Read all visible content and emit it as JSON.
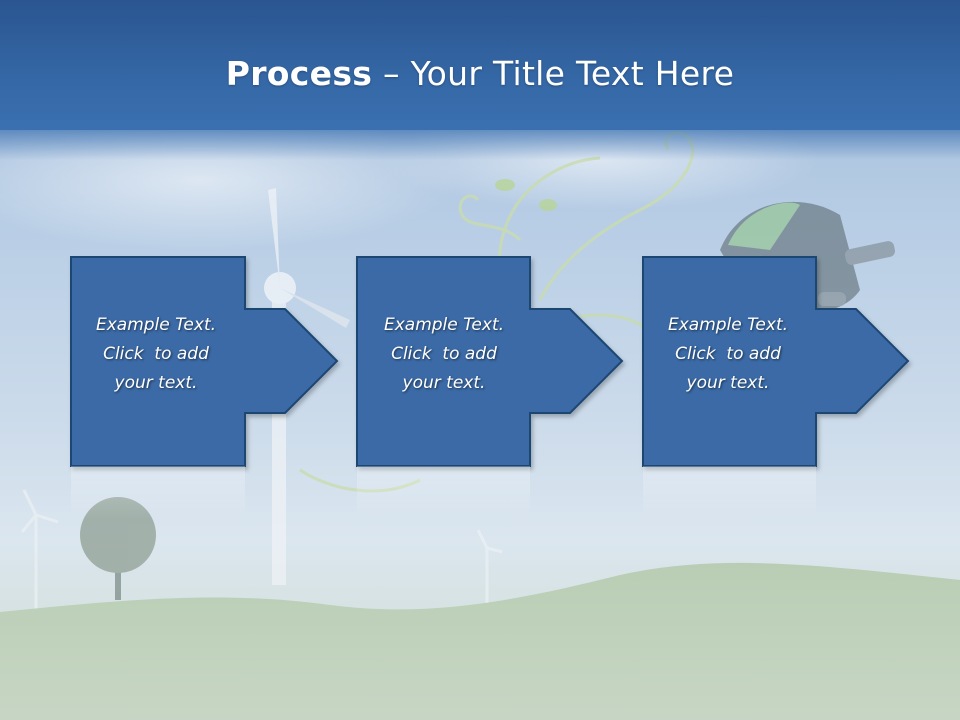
{
  "slide": {
    "title_bold": "Process",
    "title_rest": " – Your Title Text Here"
  },
  "steps": [
    {
      "line1": "Example Text.",
      "line2": "Click  to add",
      "line3": "your text."
    },
    {
      "line1": "Example Text.",
      "line2": "Click  to add",
      "line3": "your text."
    },
    {
      "line1": "Example Text.",
      "line2": "Click  to add",
      "line3": "your text."
    }
  ],
  "colors": {
    "title_bar": "#3466a4",
    "box_fill": "#3a6aa6",
    "box_border": "#1f4673",
    "text": "#ffffff"
  }
}
